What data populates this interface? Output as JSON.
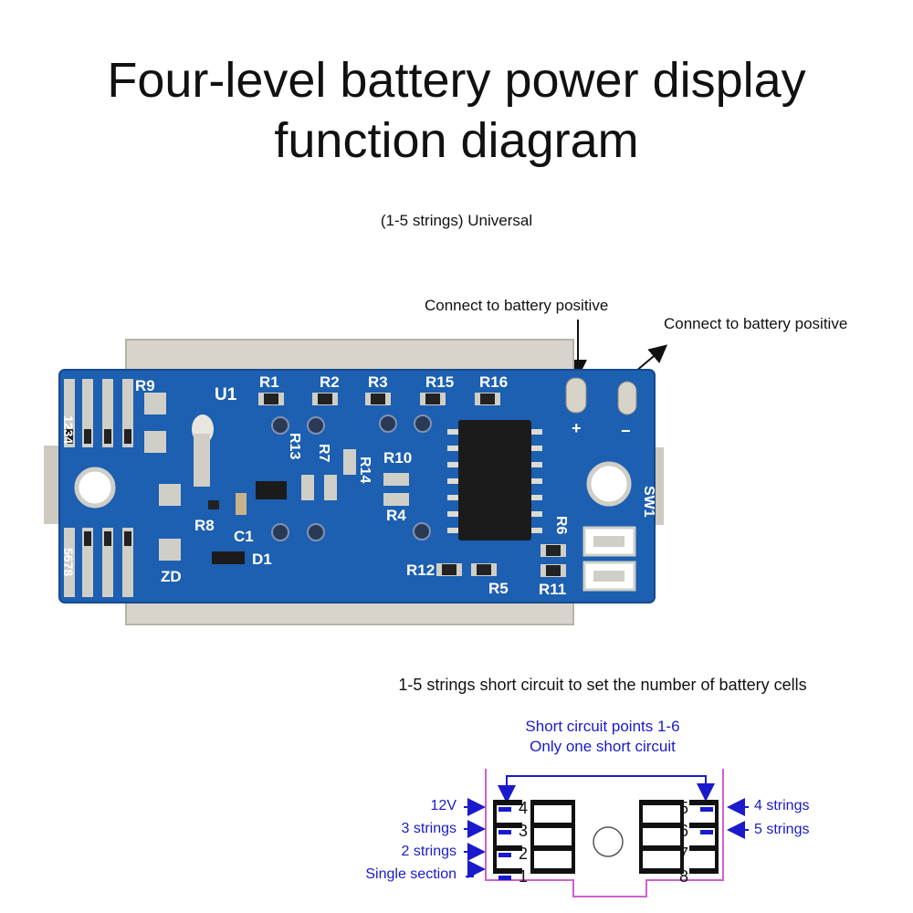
{
  "title": {
    "line1": "Four-level battery power display",
    "line2": "function diagram"
  },
  "subtitle": "(1-5 strings) Universal",
  "callouts": {
    "left": "Connect to battery positive",
    "right": "Connect to battery positive"
  },
  "board": {
    "silkscreen": {
      "r9": "R9",
      "u1": "U1",
      "r1": "R1",
      "r2": "R2",
      "r3": "R3",
      "r15": "R15",
      "r16": "R16",
      "r13": "R13",
      "r7": "R7",
      "r14": "R14",
      "r10": "R10",
      "r4": "R4",
      "r8": "R8",
      "c1": "C1",
      "d1": "D1",
      "zd": "ZD",
      "r12": "R12",
      "r5": "R5",
      "r11": "R11",
      "r6": "R6",
      "sw1": "SW1",
      "plus": "+",
      "minus": "−",
      "left_col_top": "1234",
      "left_col_bottom": "5678"
    },
    "colors": {
      "pcb": "#1d5fb0",
      "pcb_dark": "#154a8e",
      "pad": "#cfcfc8",
      "chip": "#1b1b1b"
    }
  },
  "section2": {
    "heading": "1-5 strings short circuit to set the number of battery cells",
    "note_line1": "Short circuit points 1-6",
    "note_line2": "Only one short circuit",
    "left_labels": [
      "12V",
      "3 strings",
      "2 strings",
      "Single section"
    ],
    "right_labels": [
      "4 strings",
      "5 strings"
    ],
    "left_numbers": [
      "4",
      "3",
      "2",
      "1"
    ],
    "right_numbers": [
      "5",
      "6",
      "7",
      "8"
    ],
    "colors": {
      "label_blue": "#1a1acc",
      "outline_pink": "#d060d0"
    }
  }
}
